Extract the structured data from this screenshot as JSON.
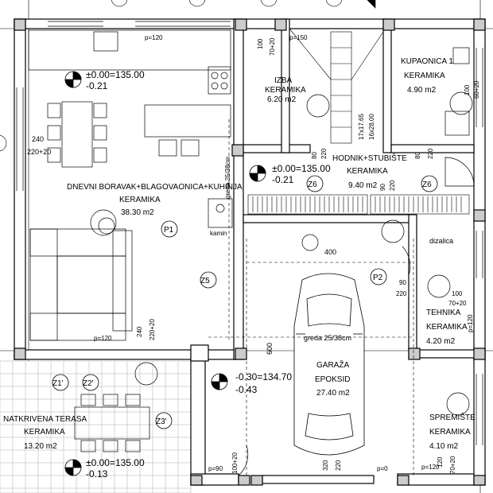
{
  "rooms": {
    "living": {
      "name": "DNEVNI BORAVAK+BLAGOVAONICA+KUHINJA",
      "finish": "KERAMIKA",
      "area": "38.30 m2",
      "tag": "P1"
    },
    "cellar": {
      "name": "IZBA",
      "finish": "KERAMIKA",
      "area": "6.20 m2"
    },
    "bath": {
      "name": "KUPAONICA 1",
      "finish": "KERAMIKA",
      "area": "4.90 m2"
    },
    "hall": {
      "name": "HODNIK+STUBIŠTE",
      "finish": "KERAMIKA",
      "area": "9.40 m2"
    },
    "garage": {
      "name": "GARAŽA",
      "finish": "EPOKSID",
      "area": "27.40 m2",
      "tag": "P2"
    },
    "tech": {
      "name": "TEHNIKA",
      "finish": "KERAMIKA",
      "area": "4.20 m2"
    },
    "storage": {
      "name": "SPREMIŠTE",
      "finish": "KERAMIKA",
      "area": "4.10 m2"
    },
    "terrace": {
      "name": "NATKRIVENA TERASA",
      "finish": "KERAMIKA",
      "area": "13.20 m2"
    }
  },
  "levels": {
    "living": {
      "top": "±0.00=135.00",
      "bottom": "-0.21"
    },
    "hall": {
      "top": "±0.00=135.00",
      "bottom": "-0.21"
    },
    "garage": {
      "top": "-0.30=134.70",
      "bottom": "-0.43"
    },
    "terrace": {
      "top": "±0.00=135.00",
      "bottom": "-0.13"
    }
  },
  "tags": {
    "z1": "Z1'",
    "z2": "Z2'",
    "z3": "Z3'",
    "z5": "Z5",
    "z6a": "Z6",
    "z6b": "Z6"
  },
  "labels": {
    "kamin": "kamin",
    "dizalica": "dizalica",
    "greda_living": "greda 25/38cm",
    "greda_garage": "greda 25/38cm",
    "stair": "17x17.65",
    "stair2": "16x28.00"
  },
  "dims": {
    "d_240a": "240",
    "d_220a": "220+20",
    "d_120": "p=120",
    "d_100": "100",
    "d_70": "70+20",
    "d_150": "p=150",
    "d_80a": "80",
    "d_220b": "220",
    "d_90a": "90",
    "d_220c": "220",
    "d_80b": "80",
    "d_220d": "220",
    "d_400": "400",
    "d_600": "600",
    "d_90b": "90",
    "d_220e": "220",
    "d_100b": "100",
    "d_70b": "70+20",
    "d_120b": "p=120",
    "d_240b": "240",
    "d_220f": "220+20",
    "d_p0": "p=0",
    "d_320": "320",
    "d_220g": "220",
    "d_p90": "p=90",
    "d_100c": "100+20",
    "d_p120": "p=120",
    "d_120c": "120",
    "d_70c": "70+20",
    "d_100d": "100",
    "d_60": "60+20",
    "d_p120c": "p=120"
  }
}
